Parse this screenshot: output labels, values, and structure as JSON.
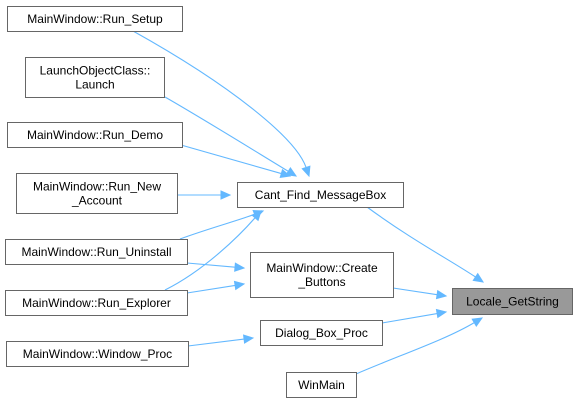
{
  "diagram": {
    "colors": {
      "edge": "#63b8ff",
      "node_border": "#666666",
      "node_fill": "#ffffff",
      "highlight_fill": "#999999",
      "text": "#000000"
    },
    "nodes": {
      "run_setup": {
        "lines": [
          "MainWindow::Run_Setup"
        ]
      },
      "launch": {
        "lines": [
          "LaunchObjectClass::",
          "Launch"
        ]
      },
      "run_demo": {
        "lines": [
          "MainWindow::Run_Demo"
        ]
      },
      "run_new": {
        "lines": [
          "MainWindow::Run_New",
          "_Account"
        ]
      },
      "run_uninstall": {
        "lines": [
          "MainWindow::Run_Uninstall"
        ]
      },
      "run_explorer": {
        "lines": [
          "MainWindow::Run_Explorer"
        ]
      },
      "window_proc": {
        "lines": [
          "MainWindow::Window_Proc"
        ]
      },
      "cant_find": {
        "lines": [
          "Cant_Find_MessageBox"
        ]
      },
      "create_buttons": {
        "lines": [
          "MainWindow::Create",
          "_Buttons"
        ]
      },
      "dialog_proc": {
        "lines": [
          "Dialog_Box_Proc"
        ]
      },
      "winmain": {
        "lines": [
          "WinMain"
        ]
      },
      "locale": {
        "lines": [
          "Locale_GetString"
        ]
      }
    },
    "edges": [
      {
        "from": "run_setup",
        "to": "cant_find"
      },
      {
        "from": "launch",
        "to": "cant_find"
      },
      {
        "from": "run_demo",
        "to": "cant_find"
      },
      {
        "from": "run_new",
        "to": "cant_find"
      },
      {
        "from": "run_uninstall",
        "to": "cant_find"
      },
      {
        "from": "run_explorer",
        "to": "cant_find"
      },
      {
        "from": "run_uninstall",
        "to": "create_buttons"
      },
      {
        "from": "run_explorer",
        "to": "create_buttons"
      },
      {
        "from": "window_proc",
        "to": "dialog_proc"
      },
      {
        "from": "cant_find",
        "to": "locale"
      },
      {
        "from": "create_buttons",
        "to": "locale"
      },
      {
        "from": "dialog_proc",
        "to": "locale"
      },
      {
        "from": "winmain",
        "to": "locale"
      }
    ]
  }
}
